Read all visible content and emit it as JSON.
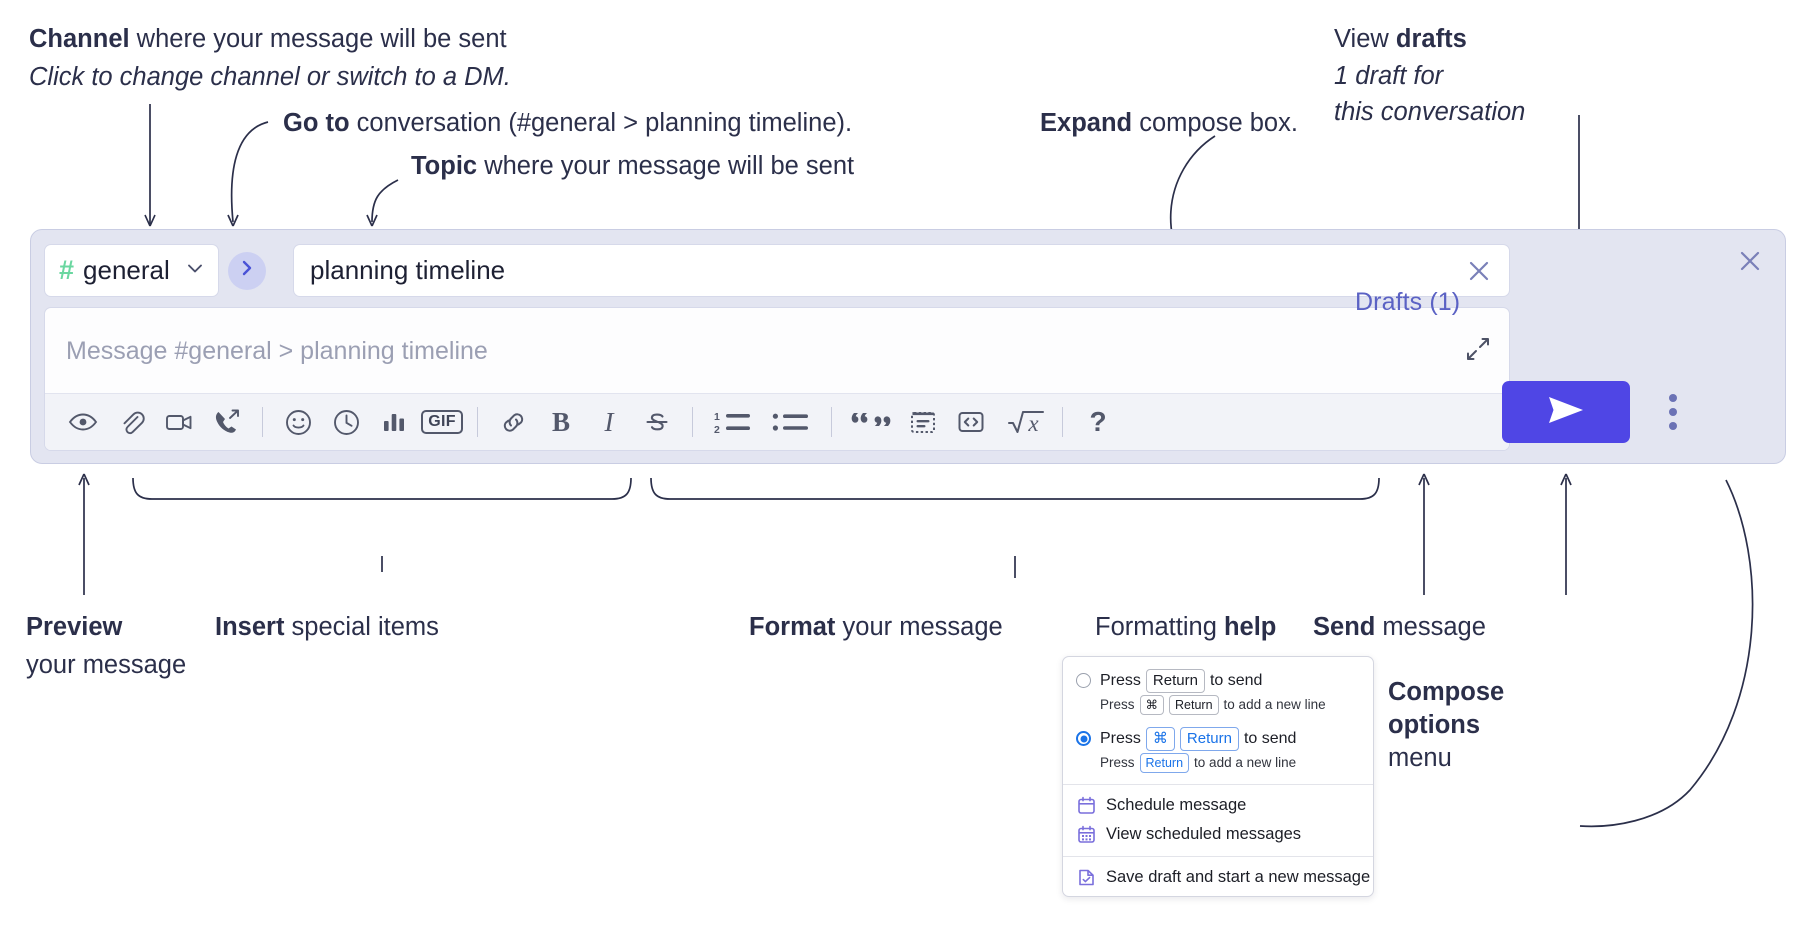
{
  "annotations": {
    "channel": {
      "bold": "Channel",
      "rest": " where your message will be sent",
      "sub": "Click to change channel or switch to a DM."
    },
    "goto": {
      "bold": "Go to",
      "rest": " conversation (#general > planning timeline)."
    },
    "topic": {
      "bold": "Topic",
      "rest": " where your message will be sent"
    },
    "expand": {
      "bold": "Expand",
      "rest": " compose box."
    },
    "drafts": {
      "pre": "View ",
      "bold": "drafts",
      "sub1": "1 draft for",
      "sub2": "this conversation"
    },
    "preview": {
      "bold": "Preview",
      "line2": "your message"
    },
    "insert": {
      "bold": "Insert",
      "rest": " special items"
    },
    "format": {
      "bold": "Format",
      "rest": " your message"
    },
    "help": {
      "pre": "Formatting ",
      "bold": "help"
    },
    "send": {
      "bold": "Send",
      "rest": " message"
    },
    "compose_options": {
      "line1": "Compose",
      "line2": "options",
      "line3": "menu"
    }
  },
  "compose": {
    "channel_chip": {
      "hash": "#",
      "name": "general",
      "chevron": "chevron-down-icon"
    },
    "go_to_conversation": "go-to-icon",
    "topic_value": "planning timeline",
    "topic_clear": "close-icon",
    "message_placeholder": "Message #general > planning timeline",
    "expand_icon": "expand-icon",
    "panel_close": "close-icon",
    "drafts_label": "Drafts (1)",
    "send_icon": "send-icon",
    "compose_options_icon": "kebab-icon",
    "toolbar": [
      {
        "name": "preview-button",
        "icon": "eye-icon"
      },
      {
        "name": "attach-button",
        "icon": "paperclip-icon"
      },
      {
        "name": "video-clip-button",
        "icon": "video-camera-icon"
      },
      {
        "name": "audio-clip-button",
        "icon": "phone-arrow-icon"
      },
      {
        "name": "separator",
        "icon": "divider"
      },
      {
        "name": "emoji-button",
        "icon": "smiley-icon"
      },
      {
        "name": "schedule-button",
        "icon": "clock-icon"
      },
      {
        "name": "poll-button",
        "icon": "bar-chart-icon"
      },
      {
        "name": "gif-button",
        "icon": "gif-icon",
        "label": "GIF"
      },
      {
        "name": "separator",
        "icon": "divider"
      },
      {
        "name": "link-button",
        "icon": "link-icon"
      },
      {
        "name": "bold-button",
        "icon": "bold-icon",
        "label": "B"
      },
      {
        "name": "italic-button",
        "icon": "italic-icon",
        "label": "I"
      },
      {
        "name": "strikethrough-button",
        "icon": "strikethrough-icon"
      },
      {
        "name": "separator",
        "icon": "divider"
      },
      {
        "name": "ordered-list-button",
        "icon": "ordered-list-icon"
      },
      {
        "name": "bulleted-list-button",
        "icon": "bulleted-list-icon"
      },
      {
        "name": "separator",
        "icon": "divider"
      },
      {
        "name": "blockquote-button",
        "icon": "quote-icon"
      },
      {
        "name": "code-block-button",
        "icon": "code-block-icon"
      },
      {
        "name": "code-button",
        "icon": "code-icon"
      },
      {
        "name": "math-button",
        "icon": "square-root-icon"
      },
      {
        "name": "separator",
        "icon": "divider"
      },
      {
        "name": "formatting-help-button",
        "icon": "question-mark-icon",
        "label": "?"
      }
    ]
  },
  "menu": {
    "options": [
      {
        "selected": false,
        "main": {
          "pre": "Press",
          "keys": [
            "Return"
          ],
          "post": "to send"
        },
        "sub": {
          "pre": "Press",
          "keys": [
            "⌘",
            "Return"
          ],
          "post": "to add a new line"
        }
      },
      {
        "selected": true,
        "main": {
          "pre": "Press",
          "keys": [
            "⌘",
            "Return"
          ],
          "post": "to send"
        },
        "sub": {
          "pre": "Press",
          "keys": [
            "Return"
          ],
          "post": "to add a new line"
        }
      }
    ],
    "items": [
      {
        "label": "Schedule message",
        "icon": "calendar-icon"
      },
      {
        "label": "View scheduled messages",
        "icon": "calendar-grid-icon"
      },
      {
        "label": "Save draft and start a new message",
        "icon": "document-check-icon"
      }
    ]
  },
  "colors": {
    "panel_bg": "#e3e5f1",
    "send_purple": "#4f46e5",
    "drafts_text": "#5b62c4",
    "hash_green": "#6ad7a0",
    "radio_blue": "#1a73e8",
    "menu_icon_purple": "#7a6fdc"
  }
}
